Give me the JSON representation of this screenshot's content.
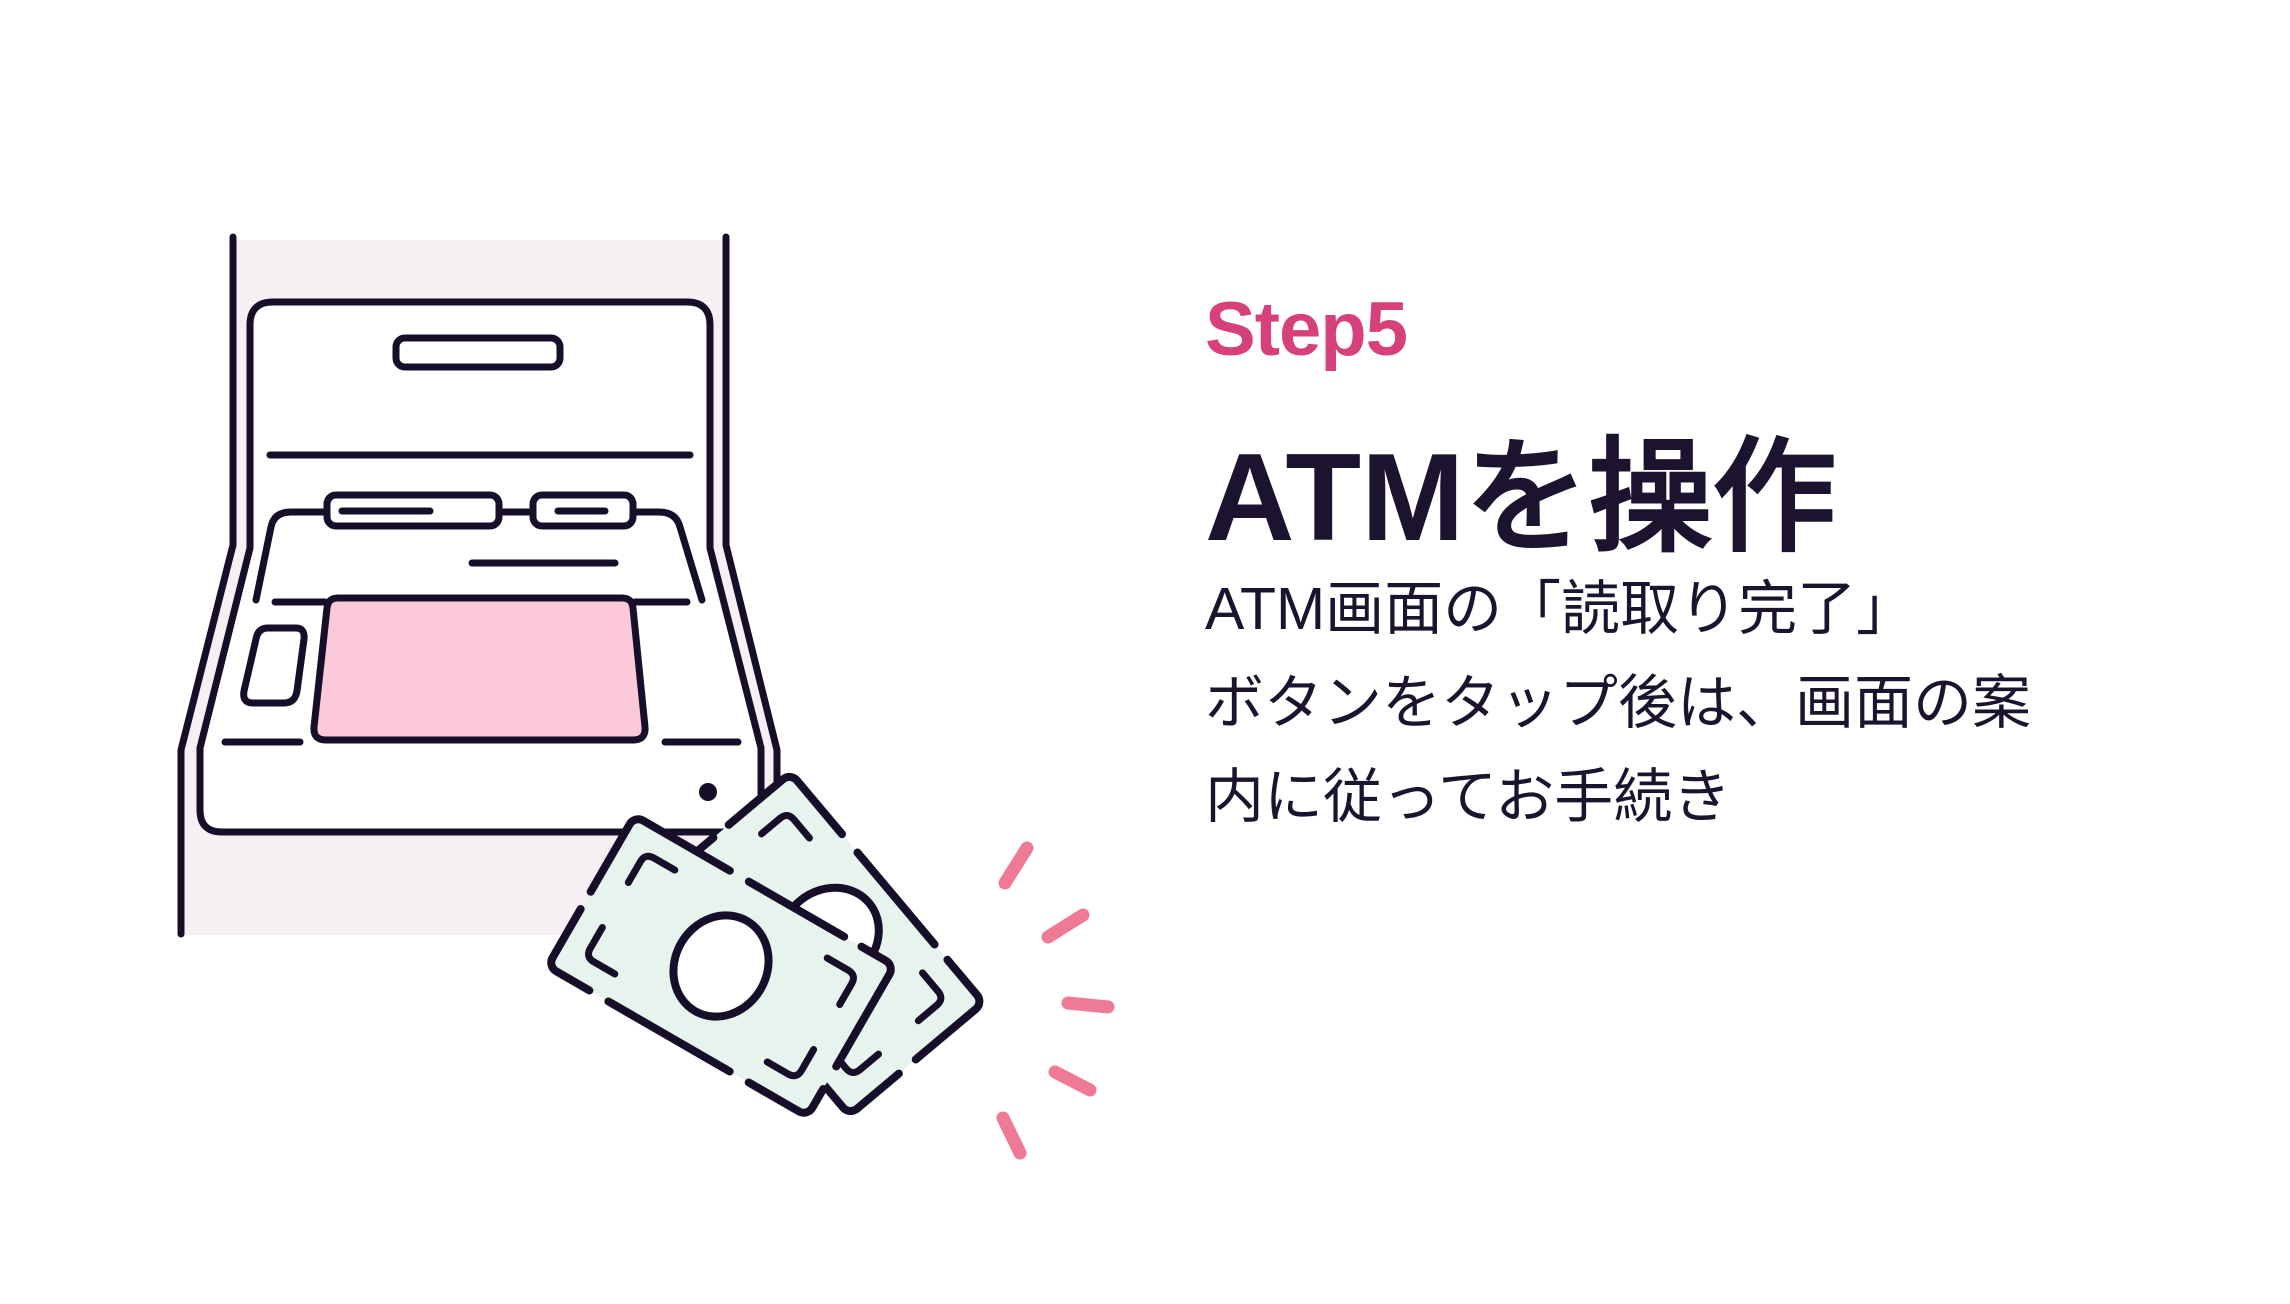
{
  "content": {
    "step_label": "Step5",
    "title": "ATMを操作",
    "description_lines": [
      "ATM画面の「読取り完了」",
      "ボタンをタップ後は、画面の案",
      "内に従ってお手続き"
    ]
  },
  "illustration": {
    "name": "atm-machine-dispensing-banknotes",
    "parts": [
      "atm-machine",
      "receipt-slot",
      "panel-buttons",
      "card-reader-slot",
      "pink-touch-screen",
      "indicator-dot",
      "two-banknotes",
      "sparkle-dashes"
    ]
  },
  "colors": {
    "background": "#ffffff",
    "accent": "#d6417c",
    "text": "#1c142f",
    "outline": "#170f29",
    "machine_body": "#f6f0f5",
    "screen": "#fbc9d9",
    "banknote": "#e7f3ed",
    "sparkle": "#ee7a95"
  }
}
